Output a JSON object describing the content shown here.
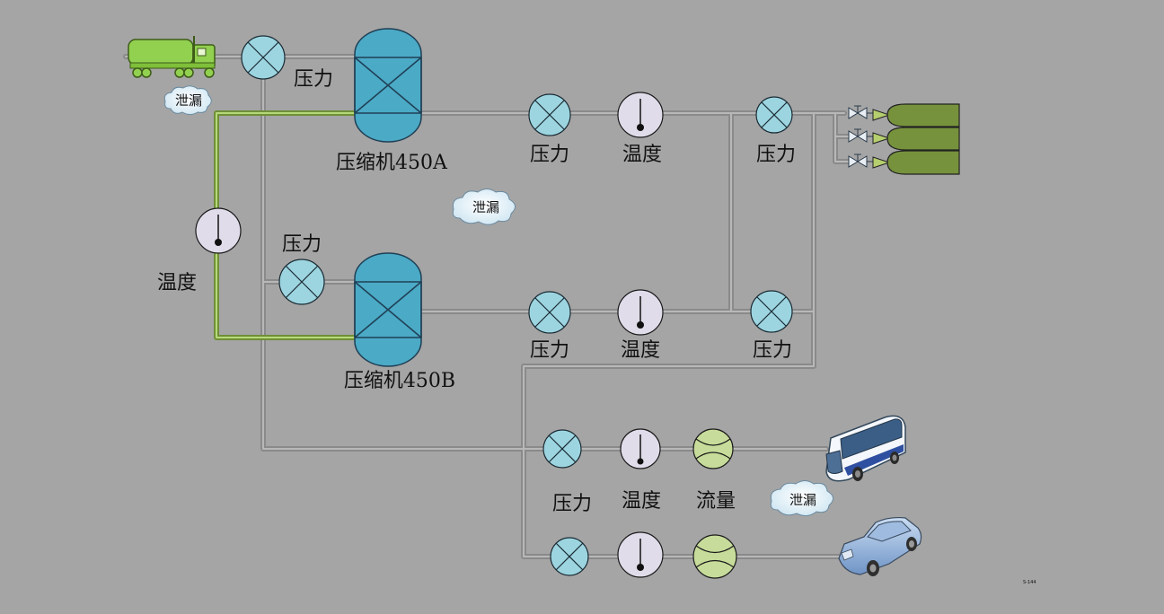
{
  "compressors": [
    {
      "label": "压缩机450A"
    },
    {
      "label": "压缩机450B"
    }
  ],
  "labels": {
    "pressure": "压力",
    "temperature": "温度",
    "flow": "流量",
    "leak": "泄漏"
  },
  "footnote": "S-144",
  "colors": {
    "background": "#a5a5a5",
    "compressor": "#4baac6",
    "pressure_gauge": "#9cd5e0",
    "temperature_gauge": "#e1dcea",
    "flow_meter": "#c7dc9a",
    "tank": "#76923c",
    "green_pipe": "#6f8f36",
    "pipe": "#8a8a8a"
  }
}
